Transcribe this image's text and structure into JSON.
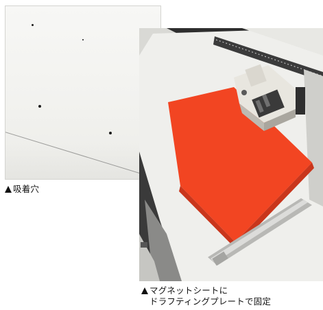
{
  "captions": {
    "left": "吸着穴",
    "right_line1": "マグネットシートに",
    "right_line2": "ドラフティングプレートで固定"
  },
  "colors": {
    "sheet": "#f24522",
    "board": "#eeeeeb",
    "carriage": "#e8e6df",
    "rail": "#2b2b2b"
  }
}
